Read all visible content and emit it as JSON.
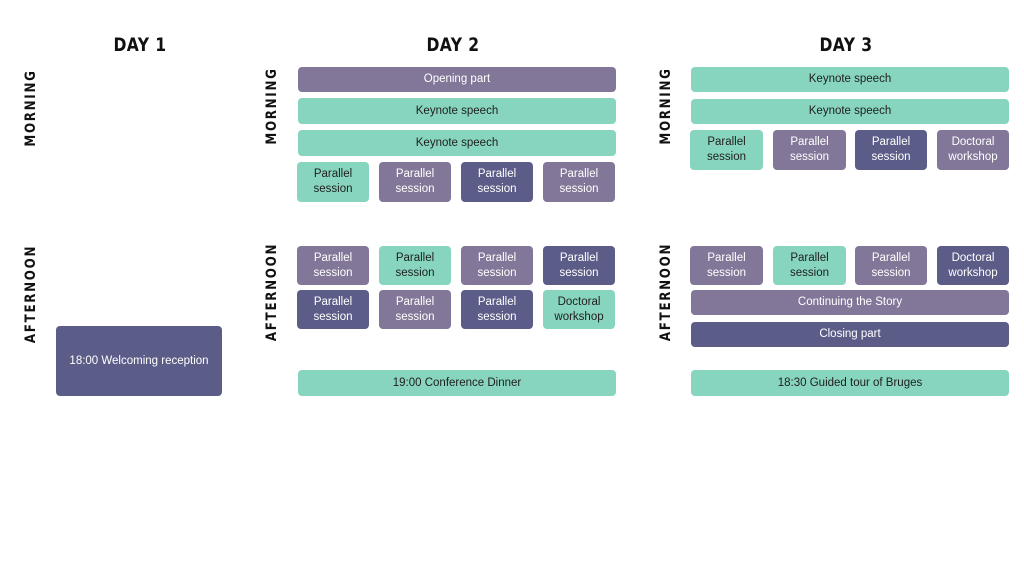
{
  "colors": {
    "teal": "#88d5bf",
    "purple": "#837799",
    "navy": "#5b5d88"
  },
  "days": [
    {
      "title": "DAY 1"
    },
    {
      "title": "DAY 2"
    },
    {
      "title": "DAY 3"
    }
  ],
  "periods": {
    "morning": "MORNING",
    "afternoon": "AFTERNOON"
  },
  "day1": {
    "afternoon": [
      {
        "label": "18:00 Welcoming reception",
        "color": "navy"
      }
    ]
  },
  "day2": {
    "morning": [
      {
        "label": "Opening part",
        "color": "purple"
      },
      {
        "label": "Keynote speech",
        "color": "teal"
      },
      {
        "label": "Keynote speech",
        "color": "teal"
      },
      {
        "label": "Parallel session",
        "color": "teal"
      },
      {
        "label": "Parallel session",
        "color": "purple"
      },
      {
        "label": "Parallel session",
        "color": "navy"
      },
      {
        "label": "Parallel session",
        "color": "purple"
      }
    ],
    "afternoon": [
      {
        "label": "Parallel session",
        "color": "purple"
      },
      {
        "label": "Parallel session",
        "color": "teal"
      },
      {
        "label": "Parallel session",
        "color": "purple"
      },
      {
        "label": "Parallel session",
        "color": "navy"
      },
      {
        "label": "Parallel session",
        "color": "navy"
      },
      {
        "label": "Parallel session",
        "color": "purple"
      },
      {
        "label": "Parallel session",
        "color": "navy"
      },
      {
        "label": "Doctoral workshop",
        "color": "teal"
      },
      {
        "label": "19:00 Conference Dinner",
        "color": "teal"
      }
    ]
  },
  "day3": {
    "morning": [
      {
        "label": "Keynote speech",
        "color": "teal"
      },
      {
        "label": "Keynote speech",
        "color": "teal"
      },
      {
        "label": "Parallel session",
        "color": "teal"
      },
      {
        "label": "Parallel session",
        "color": "purple"
      },
      {
        "label": "Parallel session",
        "color": "navy"
      },
      {
        "label": "Doctoral workshop",
        "color": "purple"
      }
    ],
    "afternoon": [
      {
        "label": "Parallel session",
        "color": "purple"
      },
      {
        "label": "Parallel session",
        "color": "teal"
      },
      {
        "label": "Parallel session",
        "color": "purple"
      },
      {
        "label": "Doctoral workshop",
        "color": "navy"
      },
      {
        "label": "Continuing the Story",
        "color": "purple"
      },
      {
        "label": "Closing part",
        "color": "navy"
      },
      {
        "label": "18:30 Guided tour of Bruges",
        "color": "teal"
      }
    ]
  }
}
